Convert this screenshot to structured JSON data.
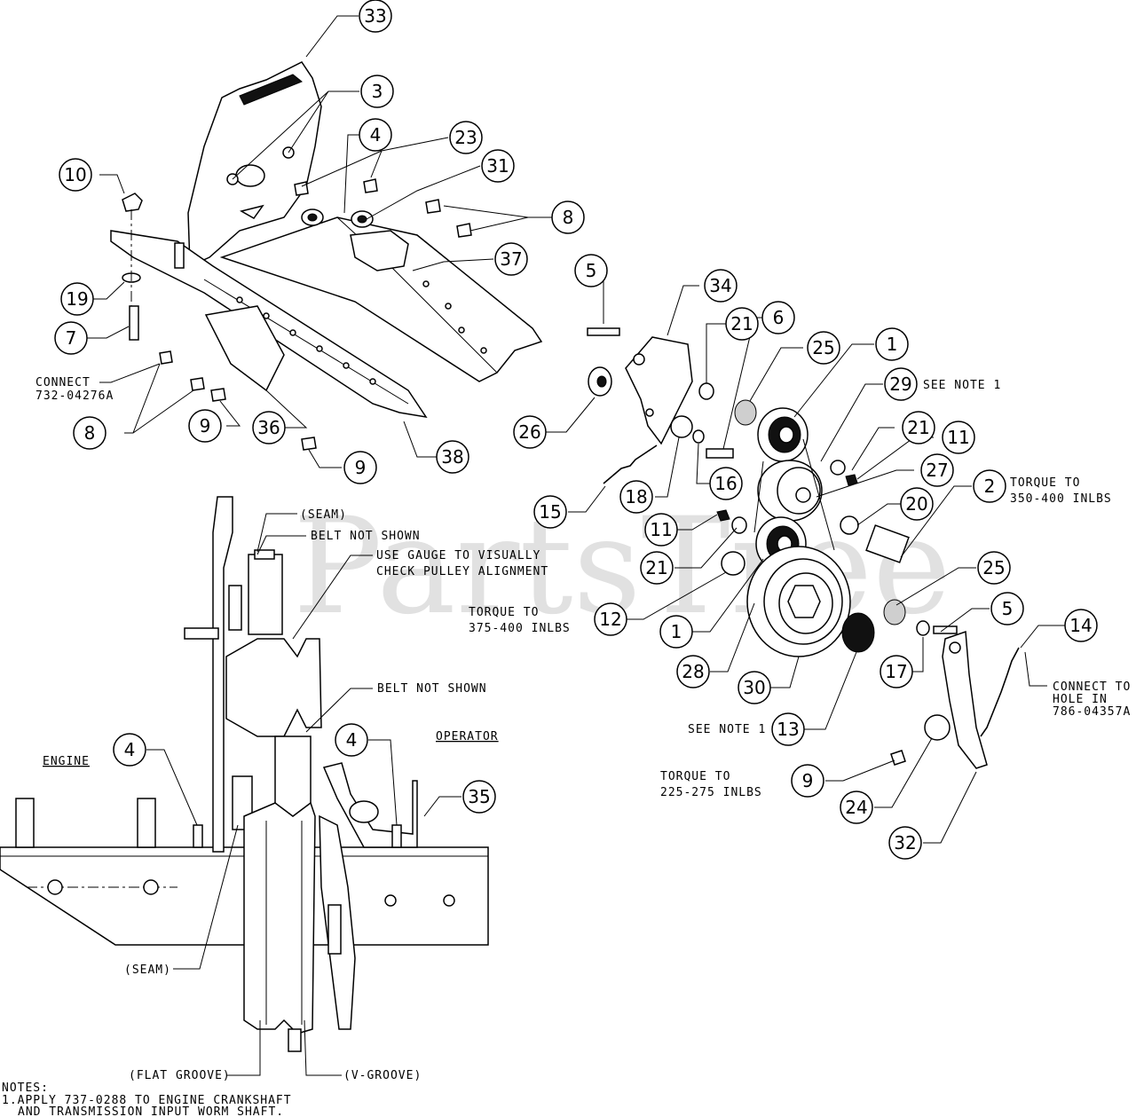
{
  "watermark": "PartsTree",
  "callouts": [
    {
      "id": "c33a",
      "num": "33"
    },
    {
      "id": "c3a",
      "num": "3"
    },
    {
      "id": "c4a",
      "num": "4"
    },
    {
      "id": "c23a",
      "num": "23"
    },
    {
      "id": "c31a",
      "num": "31"
    },
    {
      "id": "c10a",
      "num": "10"
    },
    {
      "id": "c8a",
      "num": "8"
    },
    {
      "id": "c37a",
      "num": "37"
    },
    {
      "id": "c19a",
      "num": "19"
    },
    {
      "id": "c7a",
      "num": "7"
    },
    {
      "id": "c8b",
      "num": "8"
    },
    {
      "id": "c9a",
      "num": "9"
    },
    {
      "id": "c36a",
      "num": "36"
    },
    {
      "id": "c9b",
      "num": "9"
    },
    {
      "id": "c38a",
      "num": "38"
    },
    {
      "id": "c5a",
      "num": "5"
    },
    {
      "id": "c34a",
      "num": "34"
    },
    {
      "id": "c21a",
      "num": "21"
    },
    {
      "id": "c6a",
      "num": "6"
    },
    {
      "id": "c25a",
      "num": "25"
    },
    {
      "id": "c1a",
      "num": "1"
    },
    {
      "id": "c29a",
      "num": "29"
    },
    {
      "id": "c21b",
      "num": "21"
    },
    {
      "id": "c11a",
      "num": "11"
    },
    {
      "id": "c27a",
      "num": "27"
    },
    {
      "id": "c2a",
      "num": "2"
    },
    {
      "id": "c20a",
      "num": "20"
    },
    {
      "id": "c26a",
      "num": "26"
    },
    {
      "id": "c18a",
      "num": "18"
    },
    {
      "id": "c16a",
      "num": "16"
    },
    {
      "id": "c15a",
      "num": "15"
    },
    {
      "id": "c11b",
      "num": "11"
    },
    {
      "id": "c21c",
      "num": "21"
    },
    {
      "id": "c12a",
      "num": "12"
    },
    {
      "id": "c1b",
      "num": "1"
    },
    {
      "id": "c25b",
      "num": "25"
    },
    {
      "id": "c5b",
      "num": "5"
    },
    {
      "id": "c14a",
      "num": "14"
    },
    {
      "id": "c17a",
      "num": "17"
    },
    {
      "id": "c28a",
      "num": "28"
    },
    {
      "id": "c30a",
      "num": "30"
    },
    {
      "id": "c13a",
      "num": "13"
    },
    {
      "id": "c9c",
      "num": "9"
    },
    {
      "id": "c24a",
      "num": "24"
    },
    {
      "id": "c32a",
      "num": "32"
    },
    {
      "id": "c4b",
      "num": "4"
    },
    {
      "id": "c4c",
      "num": "4"
    },
    {
      "id": "c35a",
      "num": "35"
    }
  ],
  "labels": {
    "connect_1": "CONNECT",
    "connect_1_part": "732-04276A",
    "see_note_29": "SEE NOTE 1",
    "torque_2_a": "TORQUE TO",
    "torque_2_b": "350-400 INLBS",
    "torque_mid_a": "TORQUE TO",
    "torque_mid_b": "375-400 INLBS",
    "torque_low_a": "TORQUE TO",
    "torque_low_b": "225-275 INLBS",
    "see_note_13": "SEE NOTE 1",
    "connect_14_a": "CONNECT TO",
    "connect_14_b": "HOLE IN",
    "connect_14_c": "786-04357A",
    "seam_top": "(SEAM)",
    "belt_not_shown_1": "BELT NOT SHOWN",
    "gauge_a": "USE GAUGE TO VISUALLY",
    "gauge_b": "CHECK PULLEY ALIGNMENT",
    "belt_not_shown_2": "BELT NOT SHOWN",
    "engine": "ENGINE",
    "operator": "OPERATOR",
    "seam_bottom": "(SEAM)",
    "flat_groove": "(FLAT GROOVE)",
    "v_groove": "(V-GROOVE)",
    "notes_title": "NOTES:",
    "notes_1": "1.APPLY 737-0288 TO ENGINE CRANKSHAFT",
    "notes_2": "AND TRANSMISSION INPUT WORM SHAFT."
  }
}
